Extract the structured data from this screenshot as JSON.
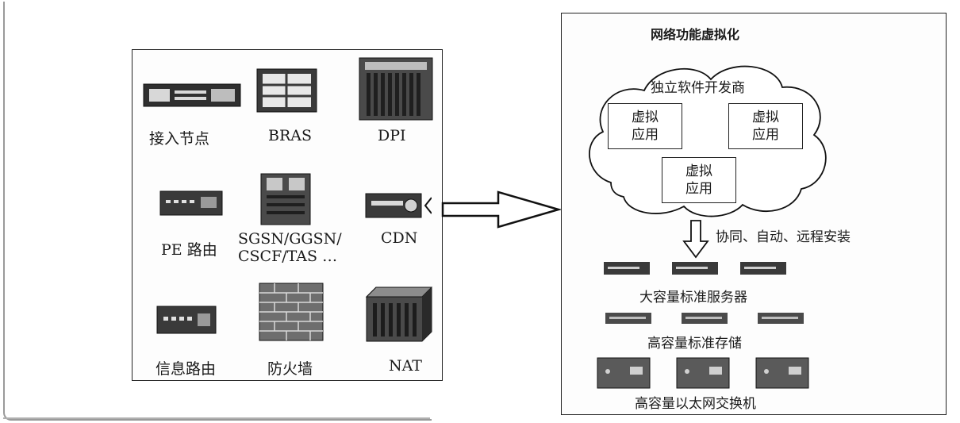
{
  "left_panel": {
    "devices": [
      {
        "label": "接入节点",
        "icon": "access-node-icon"
      },
      {
        "label": "BRAS",
        "icon": "bras-icon"
      },
      {
        "label": "DPI",
        "icon": "dpi-icon"
      },
      {
        "label": "PE 路由",
        "icon": "pe-router-icon"
      },
      {
        "label": "SGSN/GGSN/\nCSCF/TAS …",
        "icon": "sgsn-ggsn-icon"
      },
      {
        "label": "CDN",
        "icon": "cdn-icon"
      },
      {
        "label": "信息路由",
        "icon": "info-router-icon"
      },
      {
        "label": "防火墙",
        "icon": "firewall-icon"
      },
      {
        "label": "NAT",
        "icon": "nat-icon"
      }
    ]
  },
  "right_panel": {
    "title": "网络功能虚拟化",
    "cloud": {
      "title": "独立软件开发商",
      "apps": [
        {
          "line1": "虚拟",
          "line2": "应用"
        },
        {
          "line1": "虚拟",
          "line2": "应用"
        },
        {
          "line1": "虚拟",
          "line2": "应用"
        }
      ]
    },
    "install_label": "协同、自动、远程安装",
    "rows": [
      {
        "label": "大容量标准服务器"
      },
      {
        "label": "高容量标准存储"
      },
      {
        "label": "高容量以太网交换机"
      }
    ]
  },
  "colors": {
    "line": "#222222",
    "device_dark": "#3a3a3a",
    "device_mid": "#8c8c8c",
    "brick": "#6e6e6e"
  }
}
